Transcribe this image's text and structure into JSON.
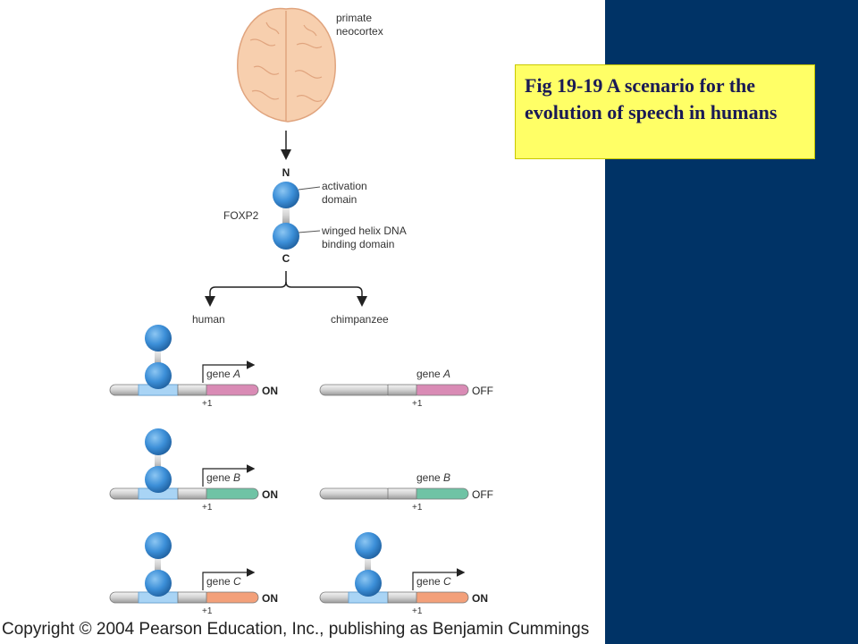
{
  "title": "Fig 19-19 A scenario for the evolution of speech in humans",
  "labels": {
    "brain": [
      "primate",
      "neocortex"
    ],
    "protein_name": "FOXP2",
    "n_terminus": "N",
    "c_terminus": "C",
    "activation_domain": [
      "activation",
      "domain"
    ],
    "dna_binding_domain": [
      "winged helix DNA",
      "binding domain"
    ],
    "human": "human",
    "chimpanzee": "chimpanzee",
    "plus_one": "+1"
  },
  "rows": [
    {
      "gene_prefix": "gene ",
      "gene_letter": "A",
      "human_state": "ON",
      "chimp_state": "OFF",
      "chimp_bound": false,
      "color": "#d98bb5"
    },
    {
      "gene_prefix": "gene ",
      "gene_letter": "B",
      "human_state": "ON",
      "chimp_state": "OFF",
      "chimp_bound": false,
      "color": "#6fc3a5"
    },
    {
      "gene_prefix": "gene ",
      "gene_letter": "C",
      "human_state": "ON",
      "chimp_state": "ON",
      "chimp_bound": true,
      "color": "#f3a07a"
    }
  ],
  "copyright": "Copyright © 2004 Pearson Education, Inc., publishing as Benjamin Cummings",
  "colors": {
    "panel": "#003366",
    "title_bg": "#ffff66",
    "protein": "#3c8fd8",
    "site": "#a9d4f5"
  }
}
